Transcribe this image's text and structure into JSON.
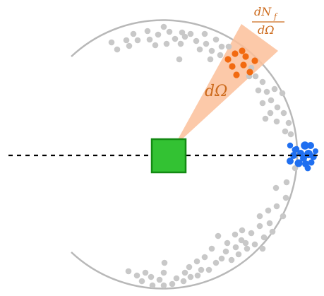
{
  "labels": {
    "solid_angle": "dΩ",
    "fraction_numerator": "dN",
    "fraction_numerator_sub": "f",
    "fraction_denominator": "dΩ"
  },
  "colors": {
    "circle": "#b8b8b8",
    "gray_particle": "#c8c8c8",
    "orange_particle": "#f26a10",
    "blue_particle": "#1f6ff0",
    "cone_fill": "#fbbf9a",
    "target_fill": "#33c233",
    "target_stroke": "#138a13",
    "axis": "#000000",
    "label_color": "#cc6a1c"
  }
}
